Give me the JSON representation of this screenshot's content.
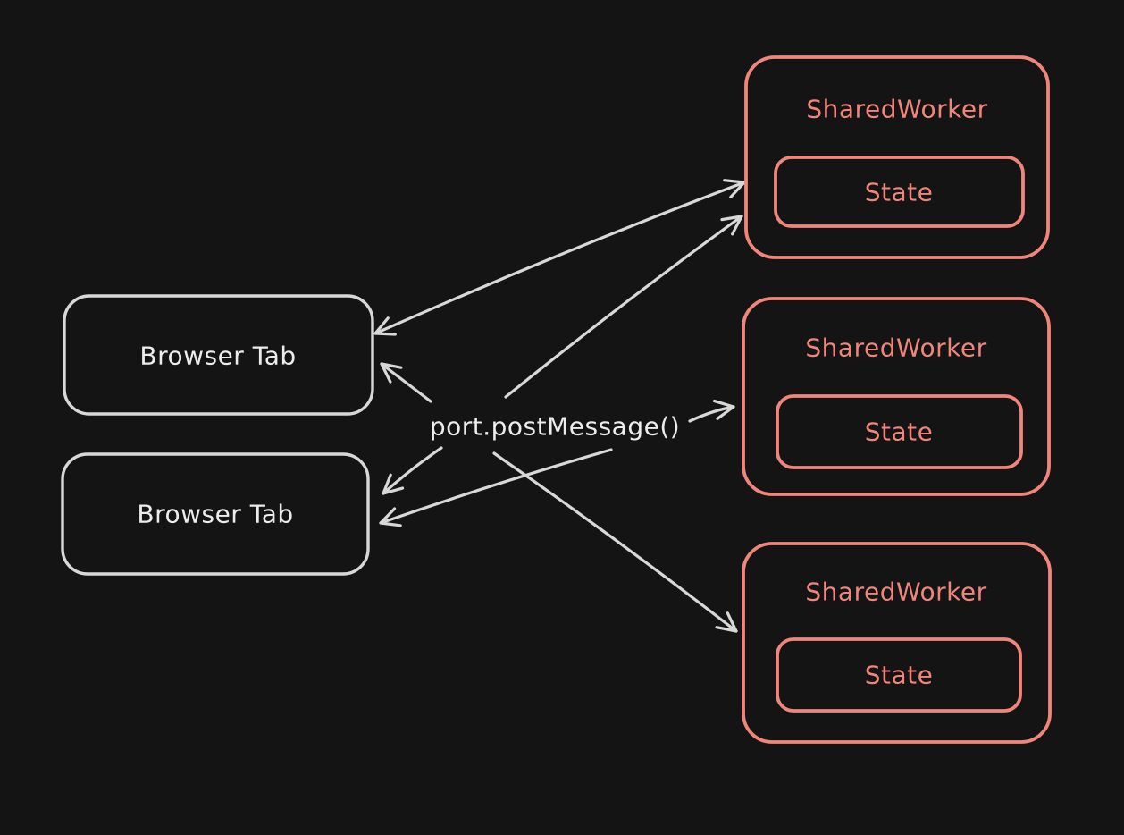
{
  "colors": {
    "background": "#141414",
    "light_stroke": "#d8d8d8",
    "text_light": "#ececec",
    "accent": "#f0857b"
  },
  "diagram": {
    "center_label": "port.postMessage()",
    "browser_tabs": [
      {
        "label": "Browser Tab"
      },
      {
        "label": "Browser Tab"
      }
    ],
    "shared_workers": [
      {
        "label": "SharedWorker",
        "state": "State"
      },
      {
        "label": "SharedWorker",
        "state": "State"
      },
      {
        "label": "SharedWorker",
        "state": "State"
      }
    ],
    "edges": [
      {
        "from": "browser-tab-1",
        "to": "shared-worker-1",
        "bidirectional": true
      },
      {
        "from": "center-label",
        "to": "shared-worker-1",
        "bidirectional": false
      },
      {
        "from": "center-label",
        "to": "browser-tab-1",
        "bidirectional": false
      },
      {
        "from": "center-label",
        "to": "shared-worker-2",
        "bidirectional": false
      },
      {
        "from": "center-label",
        "to": "browser-tab-2",
        "bidirectional": false
      },
      {
        "from": "center-label",
        "to": "browser-tab-2",
        "bidirectional": false
      },
      {
        "from": "center-label",
        "to": "shared-worker-3",
        "bidirectional": false
      }
    ]
  }
}
